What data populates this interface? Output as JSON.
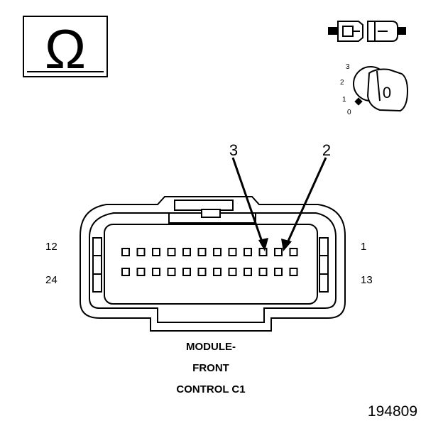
{
  "ohmmeter_symbol": "Ω",
  "ignition": {
    "positions": [
      "3",
      "2",
      "1",
      "0"
    ],
    "key_label": "0"
  },
  "connector": {
    "pin_labels": {
      "top_left": "12",
      "bottom_left": "24",
      "top_right": "1",
      "bottom_right": "13"
    },
    "callouts": [
      "3",
      "2"
    ],
    "rows": 2,
    "pins_per_row": 12
  },
  "caption": [
    "MODULE-",
    "FRONT",
    "CONTROL C1"
  ],
  "figure_number": "194809"
}
